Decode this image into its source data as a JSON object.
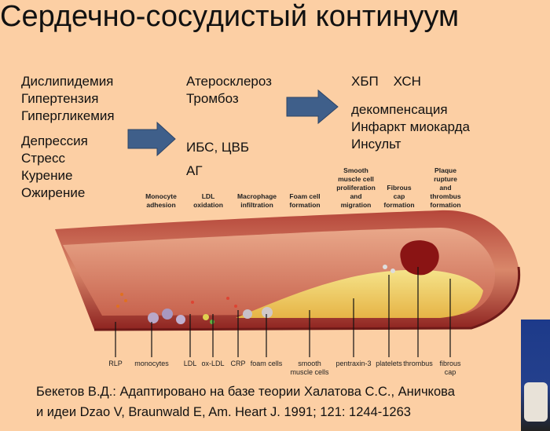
{
  "title": "Сердечно-сосудистый континуум",
  "col1": {
    "group1": [
      "Дислипидемия",
      "Гипертензия",
      "Гипергликемия"
    ],
    "group2": [
      "Депрессия",
      "Стресс",
      "Курение",
      "Ожирение"
    ]
  },
  "col2": {
    "group1": [
      "Атеросклероз",
      "Тромбоз"
    ],
    "group2": [
      "ИБС, ЦВБ",
      "АГ"
    ]
  },
  "col3": {
    "group1": [
      "ХБП    ХСН"
    ],
    "group2": [
      "декомпенсация",
      "Инфаркт миокарда",
      "Инсульт"
    ]
  },
  "stages": [
    "Monocyte\nadhesion",
    "LDL\noxidation",
    "Macrophage\ninfiltration",
    "Foam cell\nformation",
    "Smooth\nmuscle cell\nproliferation\nand\nmigration",
    "Fibrous\ncap\nformation",
    "Plaque\nrupture\nand\nthrombus\nformation"
  ],
  "markers": [
    "RLP",
    "monocytes",
    "LDL",
    "ox-LDL",
    "CRP",
    "foam cells",
    "smooth\nmuscle cells",
    "pentraxin-3",
    "platelets",
    "thrombus",
    "fibrous\ncap"
  ],
  "citation": [
    "Бекетов В.Д.:  Адаптировано на базе теории Халатова С.С.,  Аничкова",
    "и  идеи  Dzao V, Braunwald E,  Am. Heart J.  1991; 121: 1244-1263"
  ],
  "colors": {
    "background": "#fccfa4",
    "arrow": "#3f5f8a",
    "artery": "#a8322c"
  }
}
